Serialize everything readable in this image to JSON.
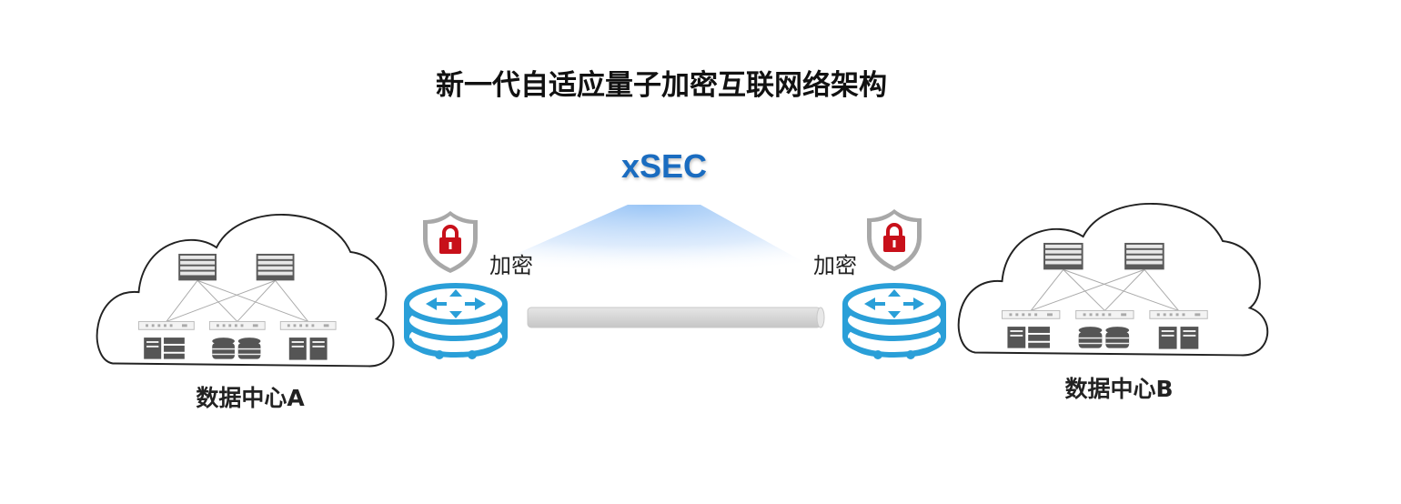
{
  "title": "新一代自适应量子加密互联网络架构",
  "center_label": "xSEC",
  "left": {
    "encrypt_label": "加密",
    "datacenter_label": "数据中心A"
  },
  "right": {
    "encrypt_label": "加密",
    "datacenter_label": "数据中心B"
  },
  "colors": {
    "router": "#2a9fd8",
    "lock": "#c8101a",
    "xsec": "#1a6cc0",
    "beam": "#8fbff5"
  }
}
